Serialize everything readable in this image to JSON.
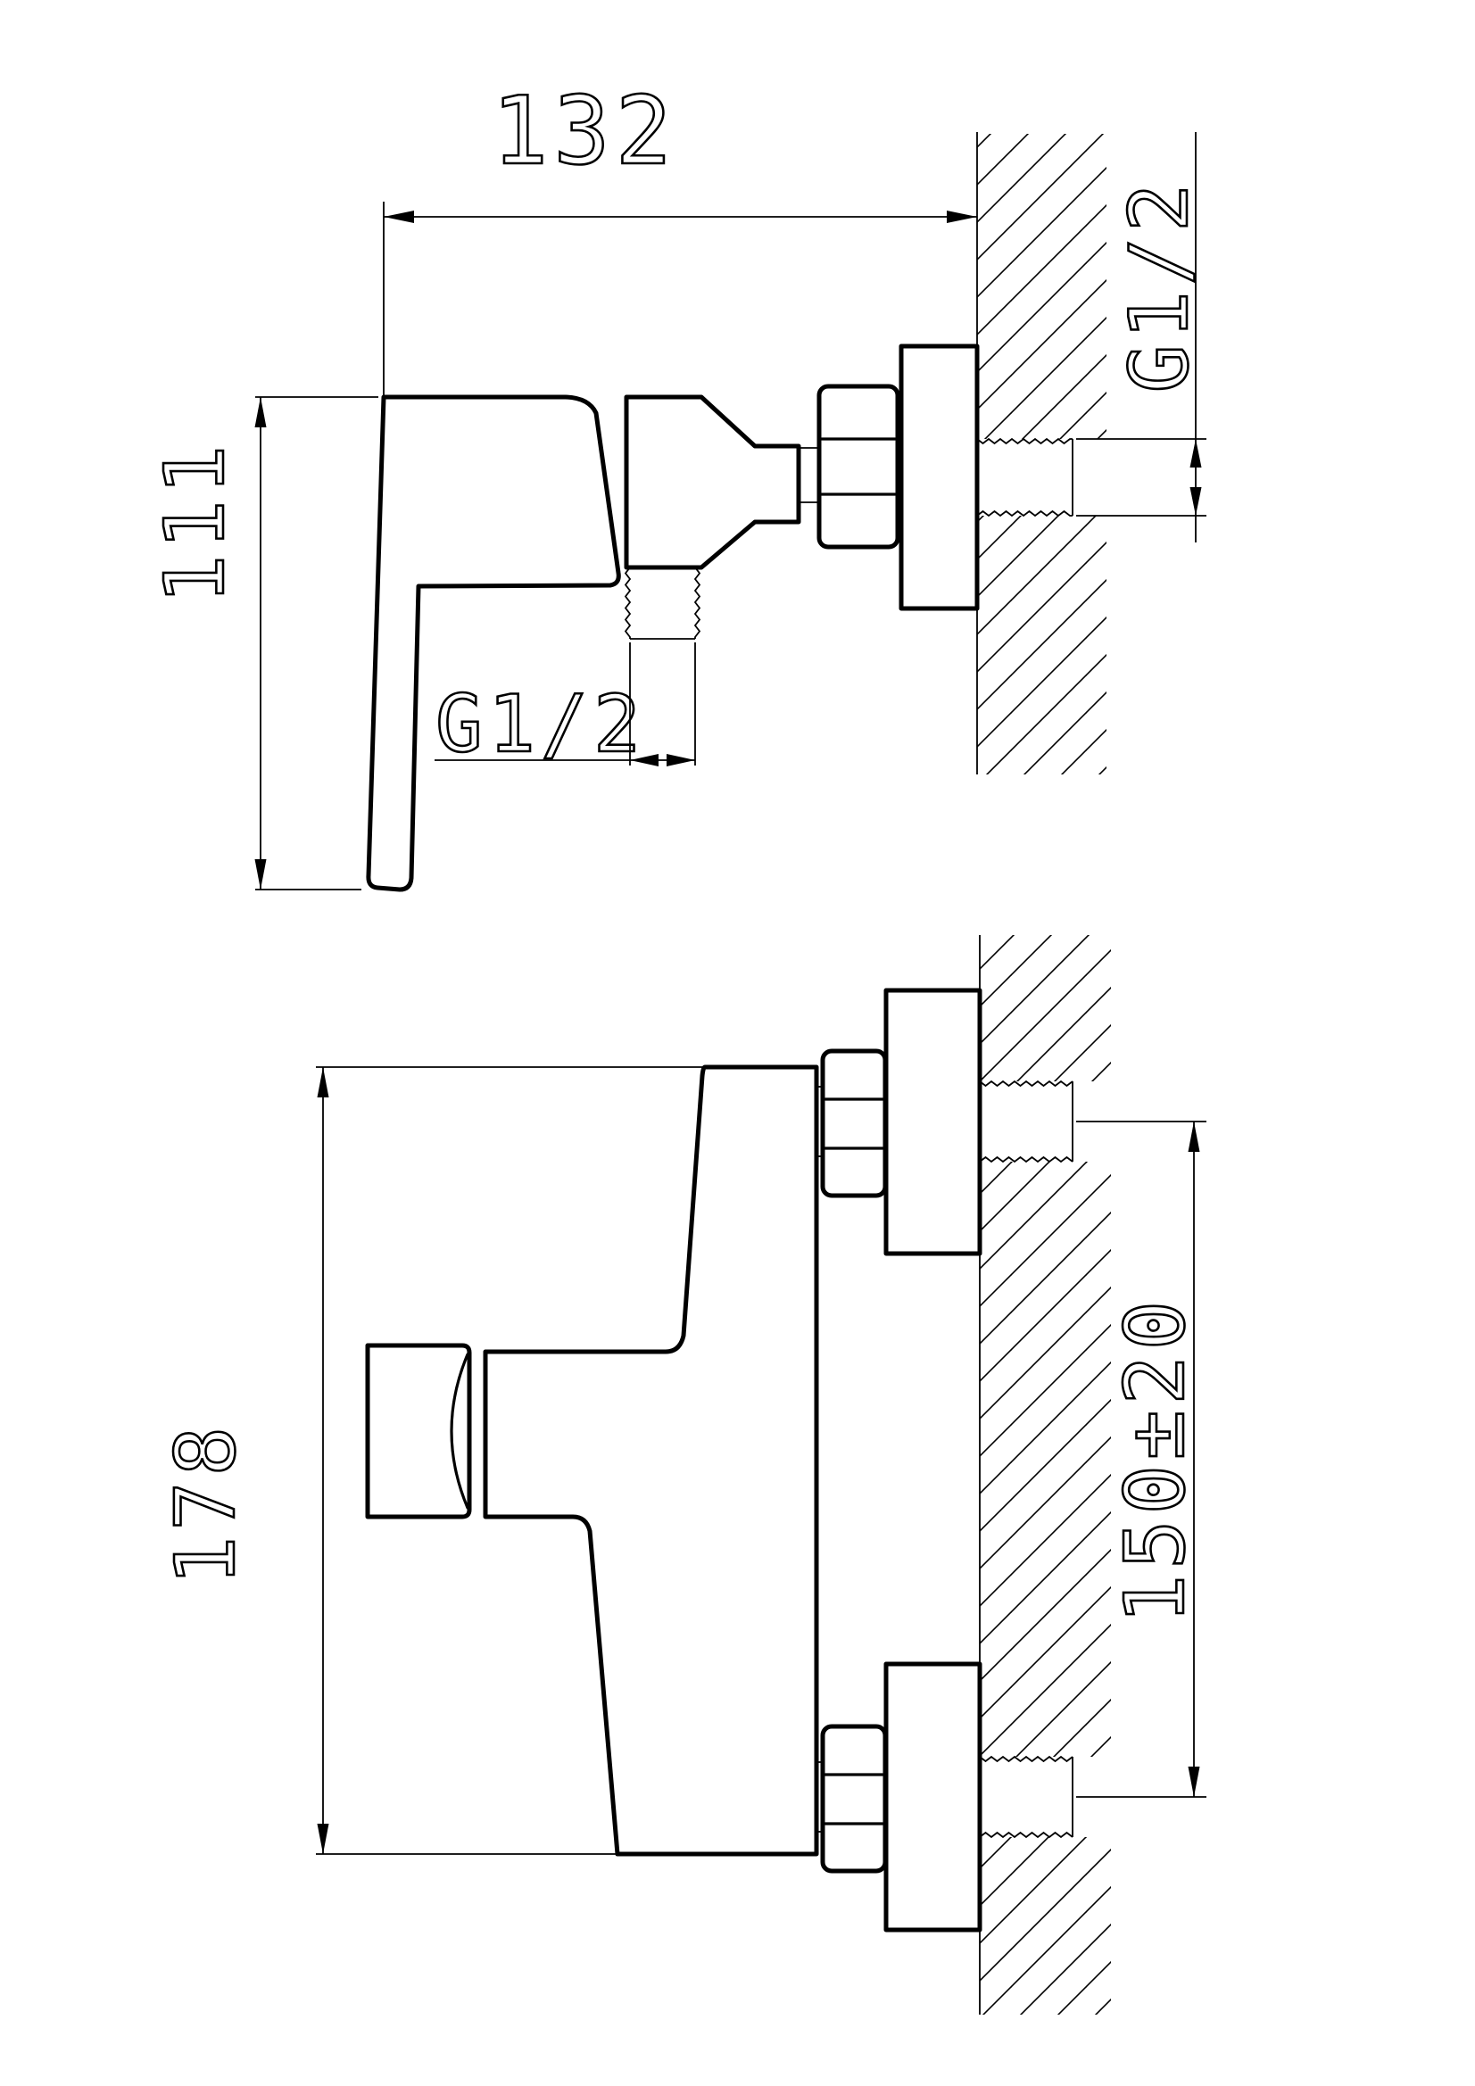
{
  "page": {
    "background": "#ffffff",
    "line_color": "#000000"
  },
  "views": {
    "top_view": {
      "title": "side-projection-of-shower-mixer",
      "dims": {
        "width": "132",
        "height": "111",
        "outlet_thread": "G1/2",
        "inlet_thread": "G1/2"
      }
    },
    "front_view": {
      "title": "front-projection-of-shower-mixer",
      "dims": {
        "height": "178",
        "union_spacing": "150±20"
      }
    }
  }
}
